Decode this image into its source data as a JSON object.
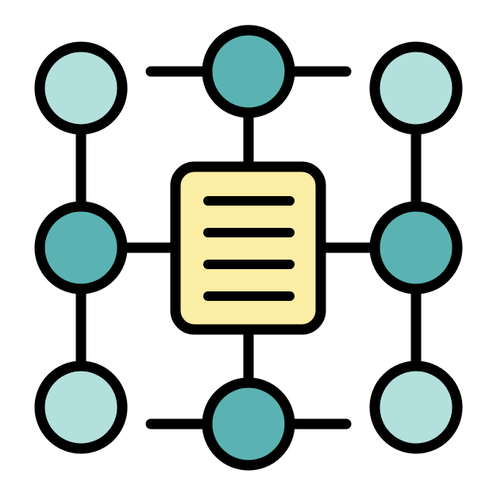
{
  "icon": {
    "name": "network-document-icon",
    "colors": {
      "background": "#ffffff",
      "stroke": "#000000",
      "node_light": "#b3e0dc",
      "node_dark": "#5ab3b2",
      "document": "#fceea4"
    },
    "nodes": [
      {
        "name": "node-top-left",
        "tone": "light"
      },
      {
        "name": "node-top-center",
        "tone": "dark"
      },
      {
        "name": "node-top-right",
        "tone": "light"
      },
      {
        "name": "node-middle-left",
        "tone": "dark"
      },
      {
        "name": "node-middle-right",
        "tone": "dark"
      },
      {
        "name": "node-bottom-left",
        "tone": "light"
      },
      {
        "name": "node-bottom-center",
        "tone": "dark"
      },
      {
        "name": "node-bottom-right",
        "tone": "light"
      }
    ],
    "document_lines": 4
  }
}
